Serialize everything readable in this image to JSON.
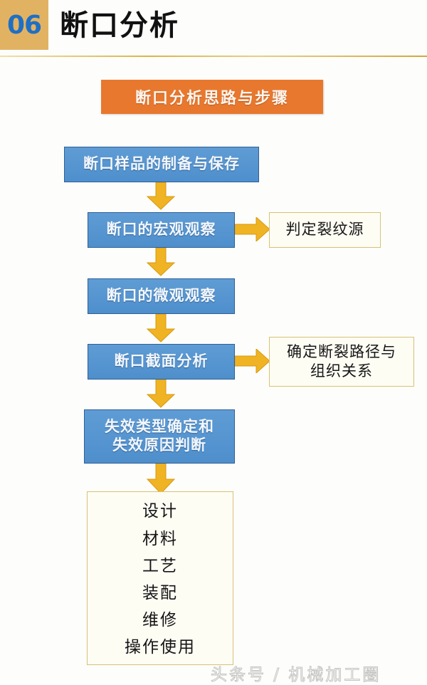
{
  "header": {
    "section_number": "06",
    "title": "断口分析",
    "badge_color": "#e2b263",
    "number_color": "#1f6fc4",
    "rule_color": "#d8b64a"
  },
  "flow": {
    "banner": {
      "label": "断口分析思路与步骤",
      "fill": "#e8782e",
      "text_color": "#fdf6ef"
    },
    "process_steps": [
      {
        "label": "断口样品的制备与保存"
      },
      {
        "label": "断口的宏观观察"
      },
      {
        "label": "断口的微观观察"
      },
      {
        "label": "断口截面分析"
      },
      {
        "label": "失效类型确定和\n失效原因判断",
        "line1": "失效类型确定和",
        "line2": "失效原因判断"
      }
    ],
    "side_results": [
      {
        "label": "判定裂纹源"
      },
      {
        "label": "确定断裂路径与\n组织关系",
        "line1": "确定断裂路径与",
        "line2": "组织关系"
      }
    ],
    "outcome_list": {
      "items": [
        "设计",
        "材料",
        "工艺",
        "装配",
        "维修",
        "操作使用"
      ]
    },
    "colors": {
      "process_fill_top": "#5f9cd5",
      "process_fill_bottom": "#4e8fcc",
      "process_border": "#2f5f96",
      "process_text": "#f2f7fd",
      "result_fill": "#fefdf4",
      "result_border": "#d8c273",
      "arrow_fill": "#f0b323",
      "arrow_border": "#d99a10"
    },
    "arrow_icons": {
      "down": "arrow-down-icon",
      "right": "arrow-right-icon"
    }
  },
  "watermark": {
    "text": "头条号 / 机械加工圈"
  }
}
